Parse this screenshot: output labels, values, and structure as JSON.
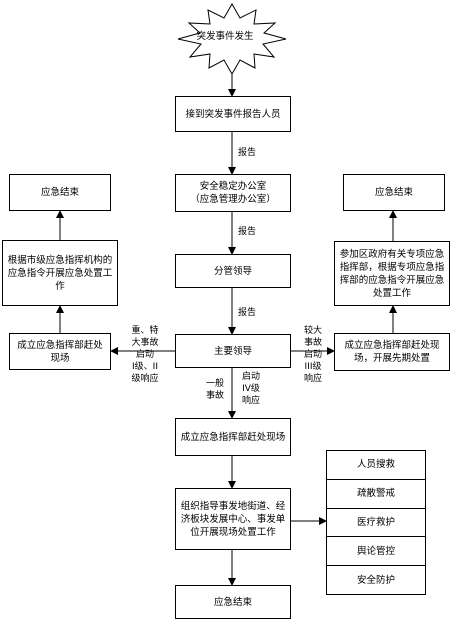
{
  "nodes": {
    "start": "突发事件发生",
    "report_person": "接到突发事件报告人员",
    "safety_office": "安全稳定办公室\n（应急管理办公室）",
    "leader_in_charge": "分管领导",
    "main_leader": "主要领导",
    "cmd_on_site": "成立应急指挥部赶处现场",
    "organize": "组织指导事发地街道、经济板块发展中心、事发单位开展现场处置工作",
    "end_bottom": "应急结束",
    "left_end": "应急结束",
    "left_city": "根据市级应急指挥机构的应急指令开展应急处置工作",
    "left_cmd": "成立应急指挥部赶处现场",
    "right_end": "应急结束",
    "right_district": "参加区政府有关专项应急指挥部，根据专项应急指挥部的应急指令开展应急处置工作",
    "right_cmd": "成立应急指挥部赶处现场，开展先期处置"
  },
  "edge_labels": {
    "report1": "报告",
    "report2": "报告",
    "report3": "报告",
    "major": "重、特\n大事故\n启动\nI级、II\n级响应",
    "larger": "较大\n事故\n启动\nIII级\n响应",
    "general": "一般\n事故",
    "level4": "启动\nIV级\n响应"
  },
  "tasks": [
    "人员搜救",
    "疏散警戒",
    "医疗救护",
    "舆论管控",
    "安全防护"
  ]
}
